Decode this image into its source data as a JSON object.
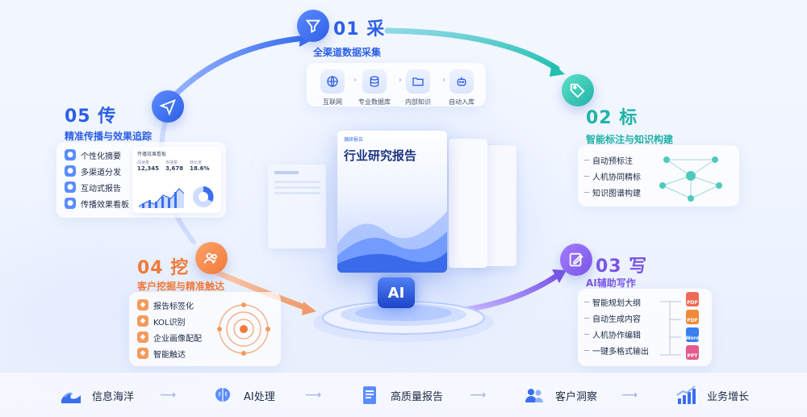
{
  "stages": [
    {
      "num": "01 采",
      "subtitle": "全渠道数据采集",
      "color": "#3a6ff0"
    },
    {
      "num": "02 标",
      "subtitle": "智能标注与知识构建",
      "color": "#22b3a8"
    },
    {
      "num": "03 写",
      "subtitle": "AI辅助写作",
      "color": "#7a56e6"
    },
    {
      "num": "04 挖",
      "subtitle": "客户挖掘与精准触达",
      "color": "#f07a3a"
    },
    {
      "num": "05 传",
      "subtitle": "精准传播与效果追踪",
      "color": "#2d5fe6"
    }
  ],
  "collect_steps": [
    {
      "label": "互联网",
      "icon": "globe-icon"
    },
    {
      "label": "专业数据库",
      "icon": "database-icon"
    },
    {
      "label": "内部知识",
      "icon": "folder-icon"
    },
    {
      "label": "自动入库",
      "icon": "robot-icon"
    }
  ],
  "label_items": [
    "自动预标注",
    "人机协同精标",
    "知识图谱构建"
  ],
  "write_items": [
    "智能规划大纲",
    "自动生成内容",
    "人机协作编辑",
    "一键多格式输出"
  ],
  "write_formats": [
    "PDF",
    "PDF",
    "Word",
    "PPT"
  ],
  "mine_items": [
    "报告标签化",
    "KOL识别",
    "企业画像配配",
    "智能触达"
  ],
  "spread_items": [
    "个性化摘要",
    "多渠道分发",
    "互动式报告",
    "传播效果看板"
  ],
  "dashboard": {
    "title": "传播效果看板",
    "metrics": [
      {
        "label": "阅读量",
        "value": "12,345"
      },
      {
        "label": "传播量",
        "value": "3,678"
      },
      {
        "label": "转化率",
        "value": "18.6%"
      }
    ]
  },
  "report": {
    "brand": "瀚研报告",
    "title": "行业研究报告",
    "ai_label": "AI"
  },
  "pipeline": [
    {
      "label": "信息海洋",
      "icon": "wave-icon"
    },
    {
      "label": "AI处理",
      "icon": "brain-icon"
    },
    {
      "label": "高质量报告",
      "icon": "document-icon"
    },
    {
      "label": "客户洞察",
      "icon": "users-icon"
    },
    {
      "label": "业务增长",
      "icon": "growth-icon"
    }
  ],
  "colors": {
    "blue": "#3a6ff0",
    "teal": "#22b3a8",
    "purple": "#7a56e6",
    "orange": "#f07a3a"
  }
}
